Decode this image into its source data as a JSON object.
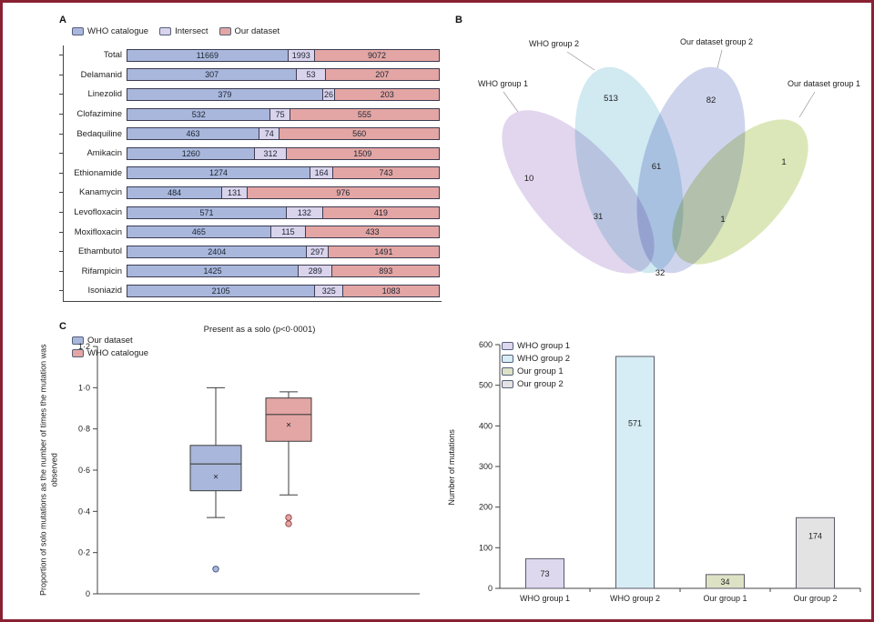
{
  "panels": {
    "a": "A",
    "b": "B",
    "c": "C"
  },
  "colors": {
    "frame_border": "#8a2133",
    "blue": "#a9b7dc",
    "lavender": "#d9d3ec",
    "pink": "#e3a6a4",
    "segment_stroke": "#3c3c52",
    "venn_who1": "#d6c6e6",
    "venn_who2": "#bfe0ec",
    "venn_our2": "#bcc4e6",
    "venn_our1": "#cede9e",
    "bar_who1": "#ddd8ee",
    "bar_who2": "#d7edf5",
    "bar_our1": "#dde2c5",
    "bar_our2": "#e3e3e3"
  },
  "chart_data": [
    {
      "id": "panel-a-stacked-bars",
      "type": "bar",
      "variant": "horizontal-stacked-100pct",
      "legend": [
        "WHO catalogue",
        "Intersect",
        "Our dataset"
      ],
      "categories": [
        "Total",
        "Delamanid",
        "Linezolid",
        "Clofazimine",
        "Bedaquiline",
        "Amikacin",
        "Ethionamide",
        "Kanamycin",
        "Levofloxacin",
        "Moxifloxacin",
        "Ethambutol",
        "Rifampicin",
        "Isoniazid"
      ],
      "series": [
        {
          "name": "WHO catalogue",
          "values": [
            11669,
            307,
            379,
            532,
            463,
            1260,
            1274,
            484,
            571,
            465,
            2404,
            1425,
            2105
          ]
        },
        {
          "name": "Intersect",
          "values": [
            1993,
            53,
            26,
            75,
            74,
            312,
            164,
            131,
            132,
            115,
            297,
            289,
            325
          ]
        },
        {
          "name": "Our dataset",
          "values": [
            9072,
            207,
            203,
            555,
            560,
            1509,
            743,
            976,
            419,
            433,
            1491,
            893,
            1083
          ]
        }
      ]
    },
    {
      "id": "panel-b-venn",
      "type": "venn",
      "sets": [
        "WHO group 1",
        "WHO group 2",
        "Our dataset group 2",
        "Our dataset group 1"
      ],
      "regions": {
        "who1_only": "10",
        "who2_only": "513",
        "our_dataset_group2_only": "82",
        "our_dataset_group1_only": "1",
        "who1_who2": "31",
        "center_all": "61",
        "our2_our1": "1",
        "who1_our1_bottom": "32"
      }
    },
    {
      "id": "panel-c-boxplot",
      "type": "boxplot",
      "title": "Present as a solo (p<0·0001)",
      "ylabel": "Proportion of solo mutations as the number of times the mutation was observed",
      "ylim": [
        0,
        1.2
      ],
      "yticks": [
        "0",
        "0·2",
        "0·4",
        "0·6",
        "0·8",
        "1·0",
        "1·2"
      ],
      "legend": [
        "Our dataset",
        "WHO catalogue"
      ],
      "series": [
        {
          "name": "Our dataset",
          "whisker_low": 0.37,
          "q1": 0.5,
          "median": 0.63,
          "mean": 0.57,
          "q3": 0.72,
          "whisker_high": 1.0,
          "outliers": [
            0.12
          ]
        },
        {
          "name": "WHO catalogue",
          "whisker_low": 0.48,
          "q1": 0.74,
          "median": 0.87,
          "mean": 0.82,
          "q3": 0.95,
          "whisker_high": 0.98,
          "outliers": [
            0.37,
            0.34
          ]
        }
      ]
    },
    {
      "id": "panel-d-bars",
      "type": "bar",
      "ylabel": "Number of mutations",
      "ylim": [
        0,
        600
      ],
      "yticks": [
        "0",
        "100",
        "200",
        "300",
        "400",
        "500",
        "600"
      ],
      "legend": [
        "WHO group 1",
        "WHO group 2",
        "Our group 1",
        "Our group 2"
      ],
      "categories": [
        "WHO group 1",
        "WHO group 2",
        "Our group 1",
        "Our group 2"
      ],
      "values": [
        73,
        571,
        34,
        174
      ]
    }
  ]
}
